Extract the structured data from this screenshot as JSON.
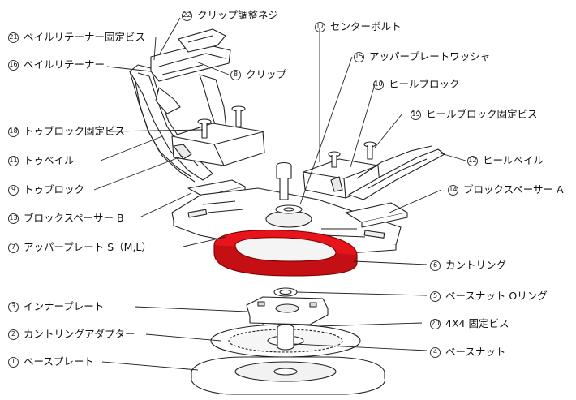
{
  "highlight_color": "#e8141b",
  "labels": {
    "l22": {
      "num": "22",
      "text": "クリップ調整ネジ"
    },
    "l21": {
      "num": "21",
      "text": "ベイルリテーナー固定ビス"
    },
    "l16": {
      "num": "16",
      "text": "ベイルリテーナー"
    },
    "l8": {
      "num": "8",
      "text": "クリップ"
    },
    "l17": {
      "num": "17",
      "text": "センターボルト"
    },
    "l15": {
      "num": "15",
      "text": "アッパープレートワッシャ"
    },
    "l10": {
      "num": "10",
      "text": "ヒールブロック"
    },
    "l19": {
      "num": "19",
      "text": "ヒールブロック固定ビス"
    },
    "l18": {
      "num": "18",
      "text": "トゥブロック固定ビス"
    },
    "l11": {
      "num": "11",
      "text": "トゥベイル"
    },
    "l12": {
      "num": "12",
      "text": "ヒールベイル"
    },
    "l9": {
      "num": "9",
      "text": "トゥブロック"
    },
    "l14": {
      "num": "14",
      "text": "ブロックスペーサー A"
    },
    "l13": {
      "num": "13",
      "text": "ブロックスペーサー B"
    },
    "l7": {
      "num": "7",
      "text": "アッパープレート S（M,L）"
    },
    "l6": {
      "num": "6",
      "text": "カントリング"
    },
    "l5": {
      "num": "5",
      "text": "ベースナット Oリング"
    },
    "l3": {
      "num": "3",
      "text": "インナープレート"
    },
    "l20": {
      "num": "20",
      "text": "4X4 固定ビス"
    },
    "l2": {
      "num": "2",
      "text": "カントリングアダプター"
    },
    "l4": {
      "num": "4",
      "text": "ベースナット"
    },
    "l1": {
      "num": "1",
      "text": "ベースプレート"
    }
  }
}
